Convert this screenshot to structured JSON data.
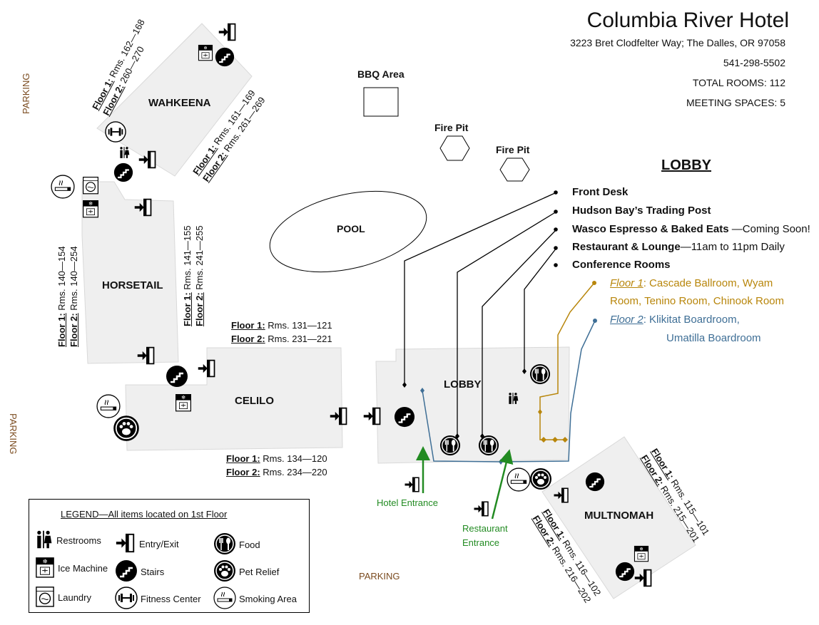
{
  "header": {
    "title": "Columbia River Hotel",
    "address": "3223 Bret Clodfelter Way;  The Dalles, OR 97058",
    "phone": "541-298-5502",
    "total_rooms": "TOTAL ROOMS: 112",
    "meeting_spaces": "MEETING SPACES: 5"
  },
  "parking": [
    "PARKING",
    "PARKING",
    "PARKING"
  ],
  "buildings": {
    "wahkeena": "WAHKEENA",
    "horsetail": "HORSETAIL",
    "celilo": "CELILO",
    "lobby": "LOBBY",
    "multnomah": "MULTNOMAH"
  },
  "areas": {
    "bbq": "BBQ Area",
    "firepit1": "Fire Pit",
    "firepit2": "Fire Pit",
    "pool": "POOL"
  },
  "rooms": {
    "wahkeena_a": {
      "f1_label": "Floor 1:",
      "f1": " Rms. 162—168",
      "f2_label": "Floor 2:",
      "f2": " 260—270"
    },
    "wahkeena_b": {
      "f1_label": "Floor 1:",
      "f1": " Rms. 161—169",
      "f2_label": "Floor 2:",
      "f2": " Rms. 261—269"
    },
    "horsetail_a": {
      "f1_label": "Floor 1:",
      "f1": " Rms. 140—154",
      "f2_label": "Floor 2:",
      "f2": " Rms. 140—254"
    },
    "horsetail_b": {
      "f1_label": "Floor 1:",
      "f1": " Rms. 141—155",
      "f2_label": "Floor 2:",
      "f2": " Rms. 241—255"
    },
    "celilo_top": {
      "f1_label": "Floor 1:",
      "f1": " Rms. 131—121",
      "f2_label": "Floor 2:",
      "f2": " Rms. 231—221"
    },
    "celilo_bottom": {
      "f1_label": "Floor 1:",
      "f1": " Rms. 134—120",
      "f2_label": "Floor 2:",
      "f2": " Rms. 234—220"
    },
    "multnomah_a": {
      "f1_label": "Floor 1:",
      "f1": " Rms. 115—101",
      "f2_label": "Floor 2:",
      "f2": " Rms. 215—201"
    },
    "multnomah_b": {
      "f1_label": "Floor 1:",
      "f1": " Rms. 116—102",
      "f2_label": "Floor 2:",
      "f2": " Rms. 216—202"
    }
  },
  "lobby_list": {
    "heading": "LOBBY",
    "items": [
      {
        "label": "Front Desk",
        "note": ""
      },
      {
        "label": "Hudson Bay’s Trading Post",
        "note": ""
      },
      {
        "label": "Wasco Espresso & Baked Eats",
        "note": " —Coming Soon!"
      },
      {
        "label": "Restaurant & Lounge",
        "note": "—11am to 11pm Daily"
      },
      {
        "label": "Conference Rooms",
        "note": ""
      }
    ],
    "floor1_label": "Floor 1",
    "floor1_text": ":  Cascade Ballroom, Wyam",
    "floor1_text2": "Room, Tenino Room, Chinook Room",
    "floor2_label": "Floor 2",
    "floor2_text": ": Klikitat Boardroom,",
    "floor2_text2": "Umatilla Boardroom"
  },
  "entrances": {
    "hotel": "Hotel Entrance",
    "restaurant_1": "Restaurant",
    "restaurant_2": "Entrance"
  },
  "legend": {
    "title": "LEGEND—All items located on 1st Floor",
    "restrooms": "Restrooms",
    "entry": "Entry/Exit",
    "food": "Food",
    "ice": "Ice Machine",
    "stairs": "Stairs",
    "pet": "Pet Relief",
    "laundry": "Laundry",
    "fitness": "Fitness Center",
    "smoking": "Smoking Area"
  },
  "colors": {
    "building": "#efefef",
    "gold": "#b8860b",
    "blue": "#3f6f96",
    "green": "#228b22",
    "parking": "#7a4a1e"
  },
  "icons": [
    "entry-exit-icon",
    "stairs-icon",
    "ice-machine-icon",
    "laundry-icon",
    "restrooms-icon",
    "food-icon",
    "pet-relief-icon",
    "fitness-icon",
    "smoking-icon"
  ]
}
